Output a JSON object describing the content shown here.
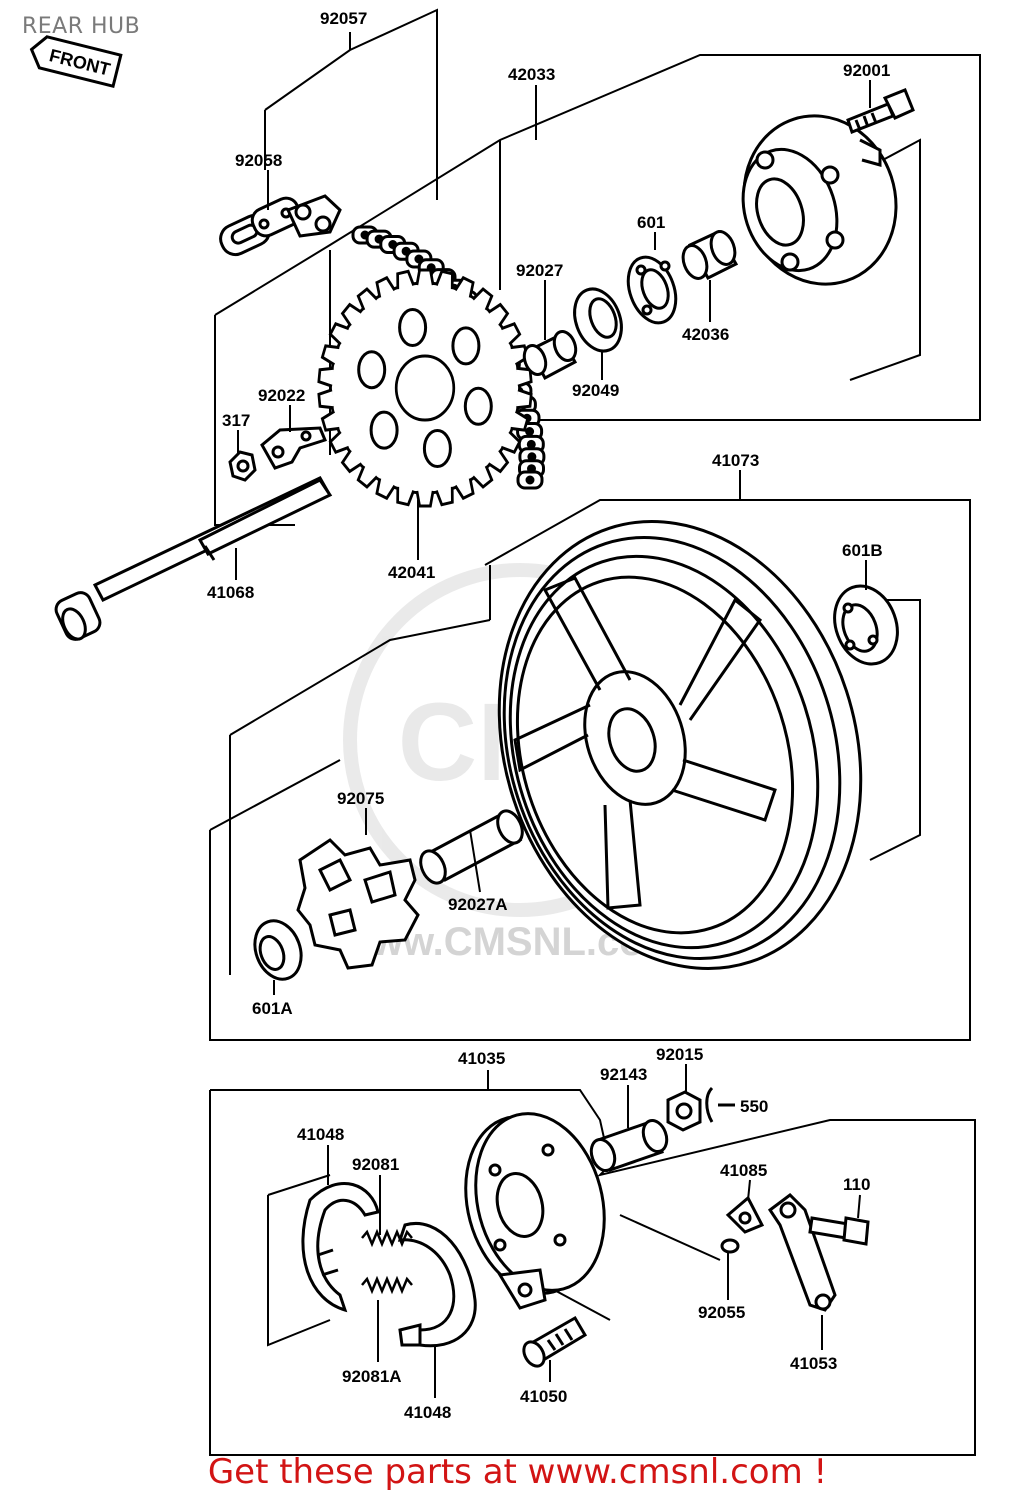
{
  "header": {
    "title": "REAR HUB"
  },
  "front_tag": "FRONT",
  "watermark": "www.CMSNL.com",
  "banner": "Get these parts at www.cmsnl.com !",
  "parts": {
    "p92057": "92057",
    "p42033": "42033",
    "p92001": "92001",
    "p92058": "92058",
    "p601": "601",
    "p92027": "92027",
    "p42036": "42036",
    "p92049": "92049",
    "p92022": "92022",
    "p317": "317",
    "p41073": "41073",
    "p42041": "42041",
    "p41068": "41068",
    "p601B": "601B",
    "p92075": "92075",
    "p92027A": "92027A",
    "p601A": "601A",
    "p41035": "41035",
    "p92015": "92015",
    "p92143": "92143",
    "p550": "550",
    "p41048a": "41048",
    "p92081": "92081",
    "p41085": "41085",
    "p110": "110",
    "p92055": "92055",
    "p41053": "41053",
    "p92081A": "92081A",
    "p41050": "41050",
    "p41048b": "41048"
  }
}
